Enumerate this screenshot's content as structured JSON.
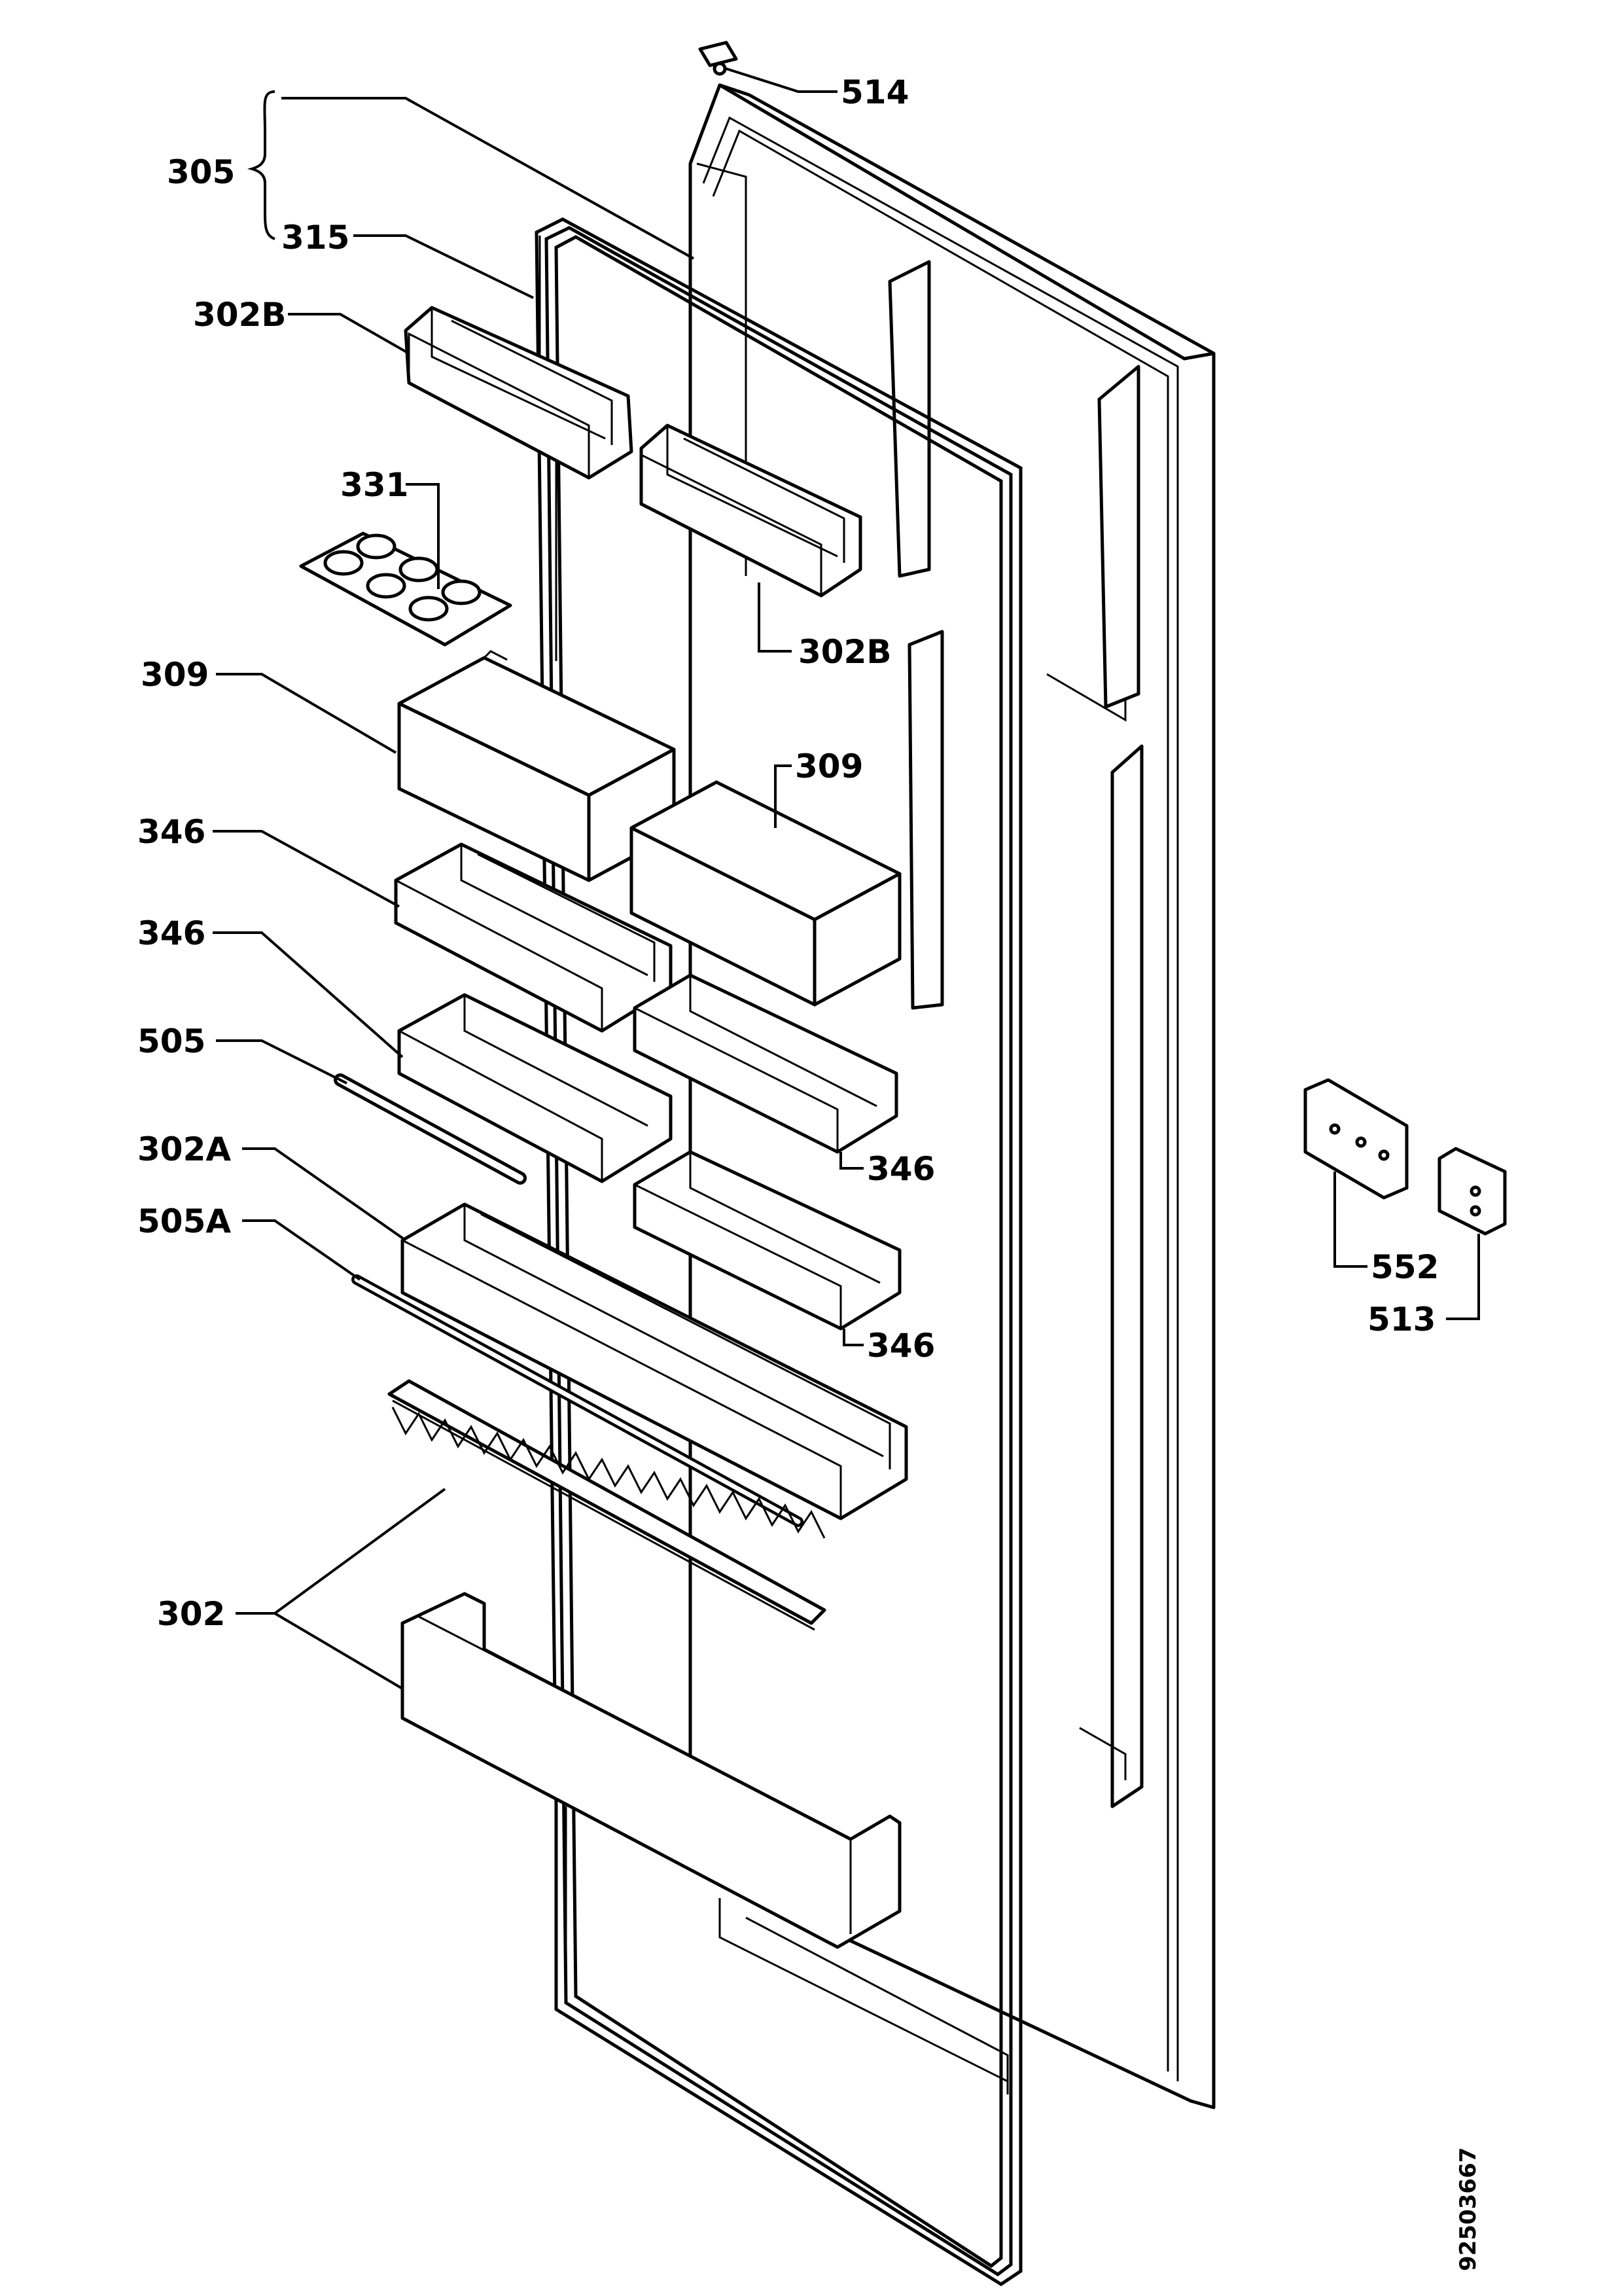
{
  "labels": {
    "l305": "305",
    "l315": "315",
    "l514": "514",
    "l302B_a": "302B",
    "l302B_b": "302B",
    "l331": "331",
    "l309_a": "309",
    "l309_b": "309",
    "l346_a": "346",
    "l346_b": "346",
    "l346_c": "346",
    "l346_d": "346",
    "l505": "505",
    "l505A": "505A",
    "l302A": "302A",
    "l302": "302",
    "l552": "552",
    "l513": "513",
    "docnum": "92503667"
  }
}
